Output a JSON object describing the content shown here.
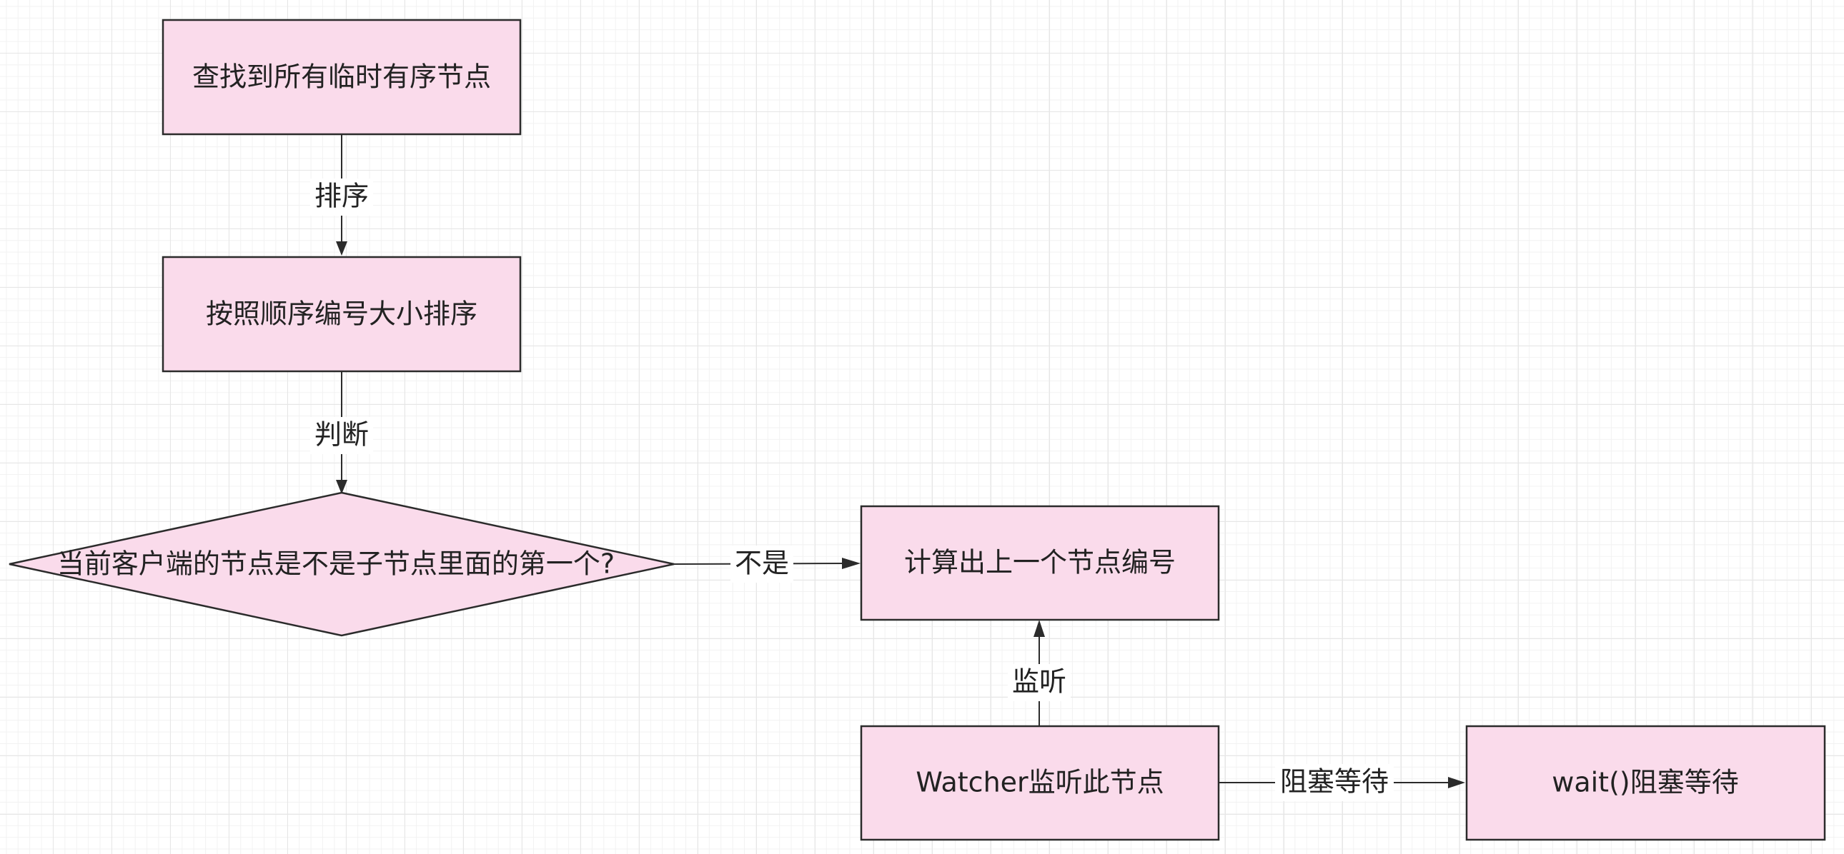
{
  "nodes": {
    "find": "查找到所有临时有序节点",
    "sort": "按照顺序编号大小排序",
    "decision": "当前客户端的节点是不是子节点里面的第一个?",
    "compute": "计算出上一个节点编号",
    "watcher": "Watcher监听此节点",
    "wait": "wait()阻塞等待"
  },
  "edges": {
    "find_to_sort": "排序",
    "sort_to_decision": "判断",
    "decision_to_compute": "不是",
    "watcher_to_compute": "监听",
    "watcher_to_wait": "阻塞等待"
  },
  "colors": {
    "node_fill": "#fadbeb",
    "stroke": "#2b2b2b",
    "grid": "#e6e6e6"
  }
}
